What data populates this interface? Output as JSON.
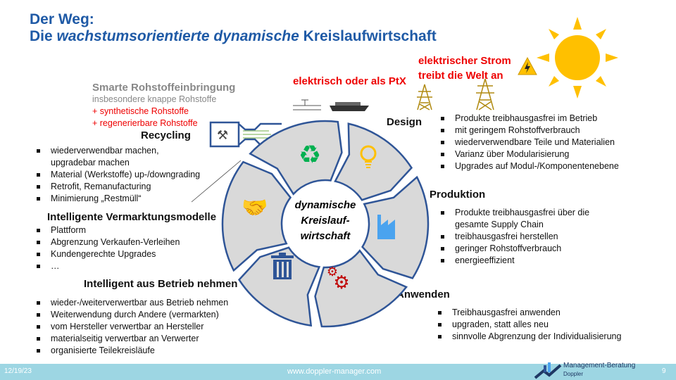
{
  "title": {
    "line1": "Der Weg:",
    "line2_pre": "Die ",
    "line2_em": "wachstumsorientierte dynamische",
    "line2_post": " Kreislaufwirtschaft"
  },
  "energy": {
    "ptx": "elektrisch oder als PtX",
    "strom1": "elektrischer Strom",
    "strom2": "treibt die Welt an"
  },
  "smart": {
    "heading": "Smarte Rohstoffeinbringung",
    "sub": "insbesondere knappe Rohstoffe",
    "add1": "+ synthetische Rohstoffe",
    "add2": "+ regenerierbare Rohstoffe"
  },
  "recycling": {
    "heading": "Recycling",
    "items": [
      "wiederverwendbar machen,",
      "upgradebar machen",
      "Material (Werkstoffe) up-/downgrading",
      "Retrofit, Remanufacturing",
      "Minimierung „Restmüll“"
    ]
  },
  "vermarktung": {
    "heading": "Intelligente Vermarktungsmodelle",
    "items": [
      "Plattform",
      "Abgrenzung Verkaufen-Verleihen",
      "Kundengerechte Upgrades",
      "…"
    ]
  },
  "betrieb": {
    "heading": "Intelligent aus Betrieb nehmen",
    "items": [
      "wieder-/weiterverwertbar aus Betrieb nehmen",
      "Weiterwendung durch Andere (vermarkten)",
      "vom Hersteller verwertbar an Hersteller",
      "materialseitig verwertbar an Verwerter",
      "organisierte Teilekreisläufe"
    ]
  },
  "design": {
    "heading": "Design",
    "items": [
      "Produkte treibhausgasfrei im Betrieb",
      "mit geringem Rohstoffverbrauch",
      "wiederverwendbare Teile und Materialien",
      "Varianz über Modularisierung",
      "Upgrades auf Modul-/Komponentenebene"
    ]
  },
  "produktion": {
    "heading": "Produktion",
    "items": [
      "Produkte treibhausgasfrei  über die",
      "gesamte Supply Chain",
      "treibhausgasfrei herstellen",
      "geringer Rohstoffverbrauch",
      "energieeffizient"
    ]
  },
  "anwenden": {
    "heading": "Anwenden",
    "items": [
      "Treibhausgasfrei anwenden",
      "upgraden, statt alles neu",
      "sinnvolle Abgrenzung der Individualisierung"
    ]
  },
  "center": {
    "l1": "dynamische",
    "l2": "Kreislauf-",
    "l3": "wirtschaft"
  },
  "footer": {
    "date": "12/19/23",
    "url": "www.doppler-manager.com",
    "logo1": "Management-Beratung",
    "logo2": "Doppler",
    "page": "9"
  }
}
